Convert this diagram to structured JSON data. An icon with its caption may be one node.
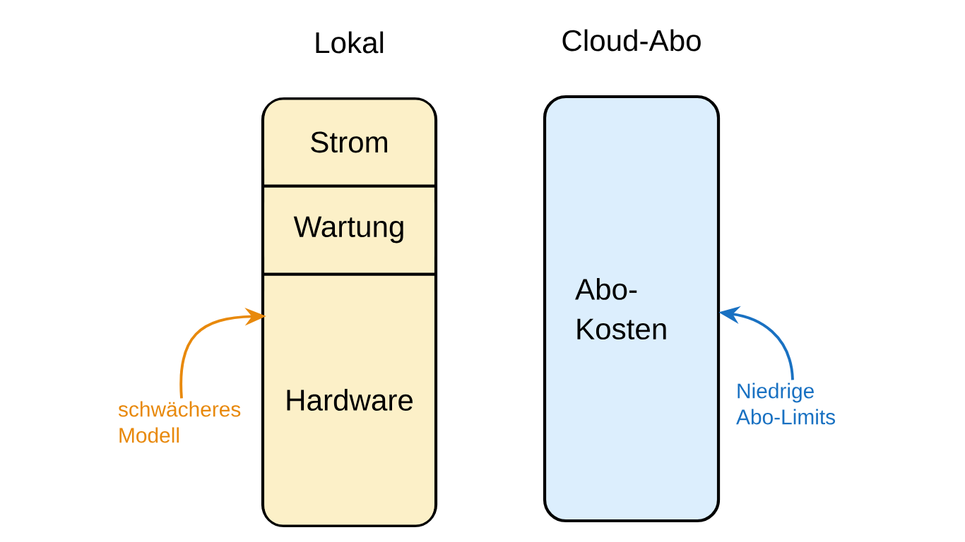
{
  "diagram": {
    "nodes": [
      {
        "text": [
          "Lokal"
        ]
      },
      {
        "text": [
          "Strom"
        ],
        "in": 0
      },
      {
        "text": [
          "Wartung"
        ],
        "in": 0
      },
      {
        "text": [
          "Hardware"
        ],
        "in": 0
      },
      {
        "text": [
          "Cloud-Abo",
          "Abo-Kosten"
        ]
      },
      {
        "text": [
          "schwächeres Modell"
        ]
      },
      {
        "text": [
          "Niedrige Abo-Limits"
        ]
      }
    ],
    "edges": [
      {
        "from": 5,
        "to": 3,
        "arrow": "to",
        "color": "#e8890c"
      },
      {
        "from": 6,
        "to": 4,
        "arrow": "to",
        "color": "#1971c2"
      }
    ]
  }
}
